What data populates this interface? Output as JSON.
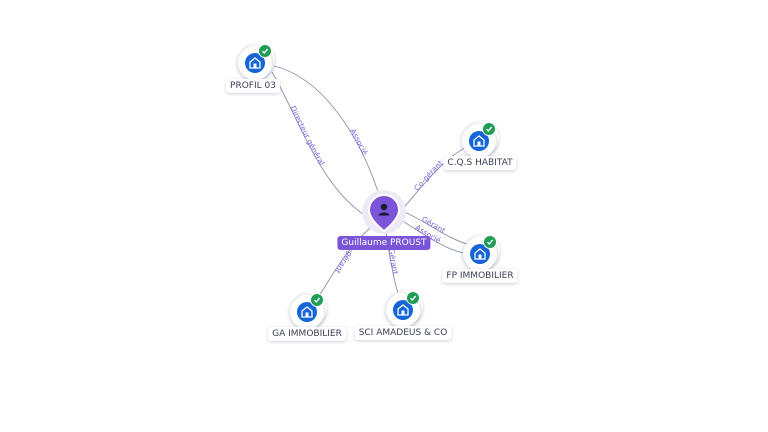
{
  "center_person": {
    "name": "Guillaume PROUST",
    "icon": "person-icon",
    "color": "#7b55d9"
  },
  "companies": [
    {
      "name": "PROFIL 03",
      "icon": "building-icon",
      "verified": true
    },
    {
      "name": "C.Q.S HABITAT",
      "icon": "building-icon",
      "verified": true
    },
    {
      "name": "FP IMMOBILIER",
      "icon": "building-icon",
      "verified": true
    },
    {
      "name": "SCI AMADEUS & CO",
      "icon": "building-icon",
      "verified": true
    },
    {
      "name": "GA IMMOBILIER",
      "icon": "building-icon",
      "verified": true
    }
  ],
  "relations": [
    {
      "target": "PROFIL 03",
      "role": "Directeur général"
    },
    {
      "target": "PROFIL 03",
      "role": "Associé"
    },
    {
      "target": "C.Q.S HABITAT",
      "role": "Co-gérant"
    },
    {
      "target": "FP IMMOBILIER",
      "role": "Gérant"
    },
    {
      "target": "FP IMMOBILIER",
      "role": "Associé"
    },
    {
      "target": "SCI AMADEUS & CO",
      "role": "Gérant"
    },
    {
      "target": "GA IMMOBILIER",
      "role": "Co-gérant"
    }
  ],
  "colors": {
    "company_badge": "#1565d8",
    "verified_check": "#1f9d55",
    "edge": "#8a90a8",
    "edge_label": "#7c5ce0"
  }
}
